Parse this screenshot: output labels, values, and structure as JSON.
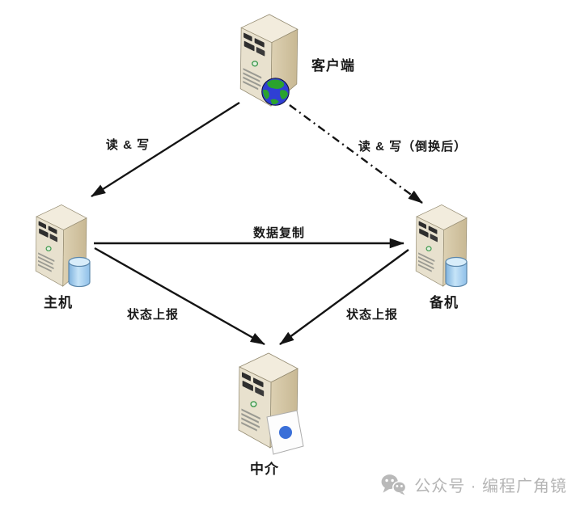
{
  "diagram": {
    "type": "architecture-topology",
    "nodes": [
      {
        "id": "client",
        "label": "客户端",
        "icon": "server-tower-with-globe"
      },
      {
        "id": "primary",
        "label": "主机",
        "icon": "server-tower-with-database"
      },
      {
        "id": "backup",
        "label": "备机",
        "icon": "server-tower-with-database"
      },
      {
        "id": "mediator",
        "label": "中介",
        "icon": "server-tower-with-document"
      }
    ],
    "edges": [
      {
        "from": "client",
        "to": "primary",
        "label": "读 & 写",
        "style": "solid"
      },
      {
        "from": "client",
        "to": "backup",
        "label": "读 & 写（倒换后）",
        "style": "dash-dot"
      },
      {
        "from": "primary",
        "to": "backup",
        "label": "数据复制",
        "style": "solid"
      },
      {
        "from": "primary",
        "to": "mediator",
        "label": "状态上报",
        "style": "solid"
      },
      {
        "from": "backup",
        "to": "mediator",
        "label": "状态上报",
        "style": "solid"
      }
    ]
  },
  "watermark": {
    "text": "公众号 · 编程广角镜"
  },
  "colors": {
    "background": "#ffffff",
    "tower_front": "#e8e1ce",
    "tower_top": "#f2ecdd",
    "tower_side": "#d2c4a2",
    "database_blue": "#9cc8ea",
    "globe_ocean": "#2f3fd4",
    "globe_land": "#2aa32d",
    "card_dot": "#3a6fd8",
    "arrow": "#141414",
    "watermark_gray": "#b5b5b5"
  }
}
